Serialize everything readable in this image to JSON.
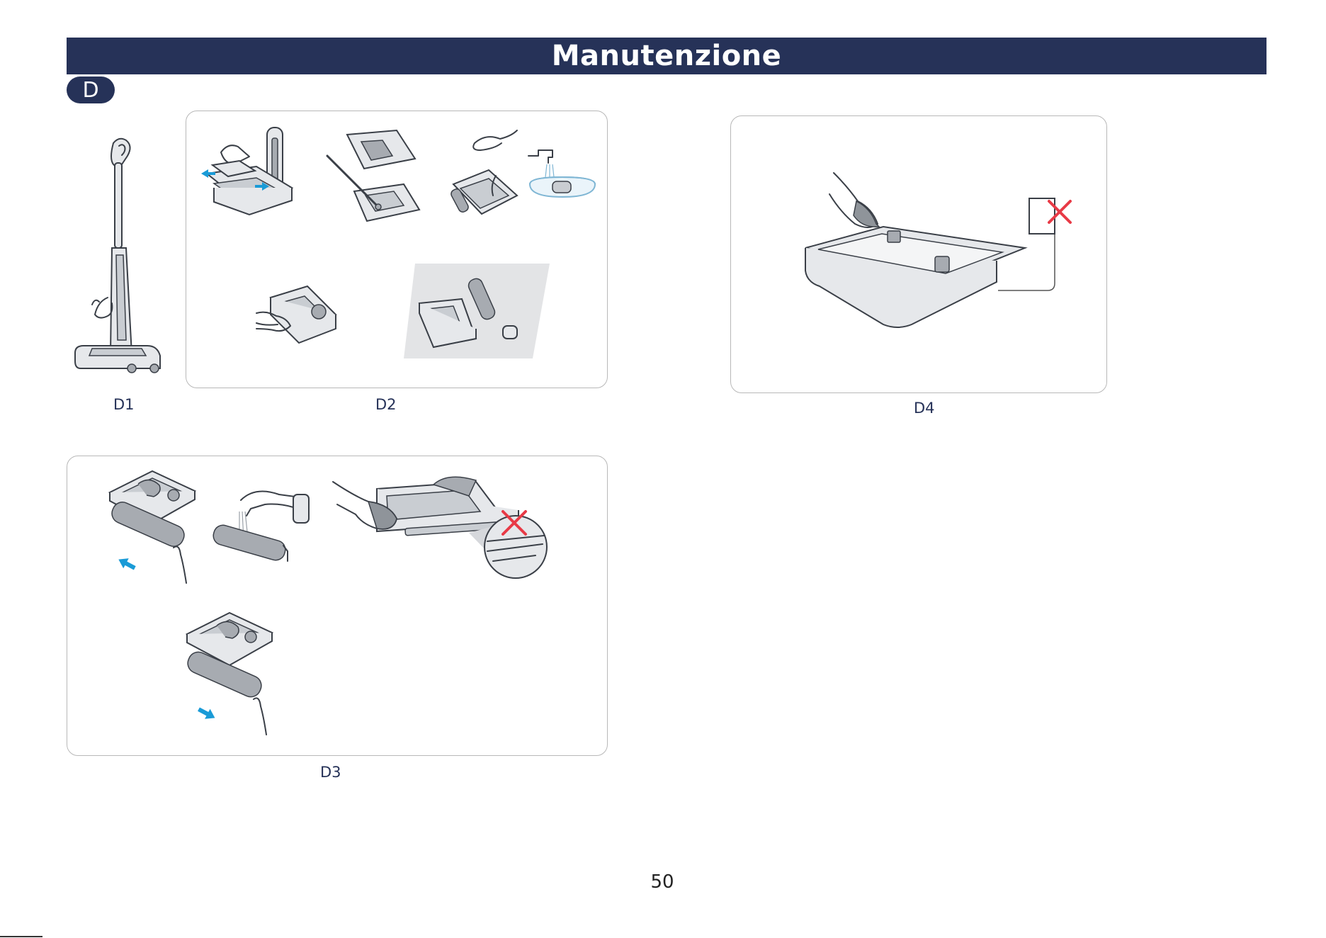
{
  "header": {
    "title": "Manutenzione"
  },
  "section": {
    "badge": "D"
  },
  "figures": {
    "d1": {
      "label": "D1"
    },
    "d2": {
      "label": "D2"
    },
    "d3": {
      "label": "D3"
    },
    "d4": {
      "label": "D4"
    }
  },
  "page": {
    "number": "50"
  },
  "colors": {
    "header_bg": "#263258",
    "arrow": "#1a9bd7",
    "warning_cross": "#e83a46"
  },
  "icons": [
    "arrow-icon",
    "cross-icon",
    "hand-icon",
    "tap-icon"
  ]
}
